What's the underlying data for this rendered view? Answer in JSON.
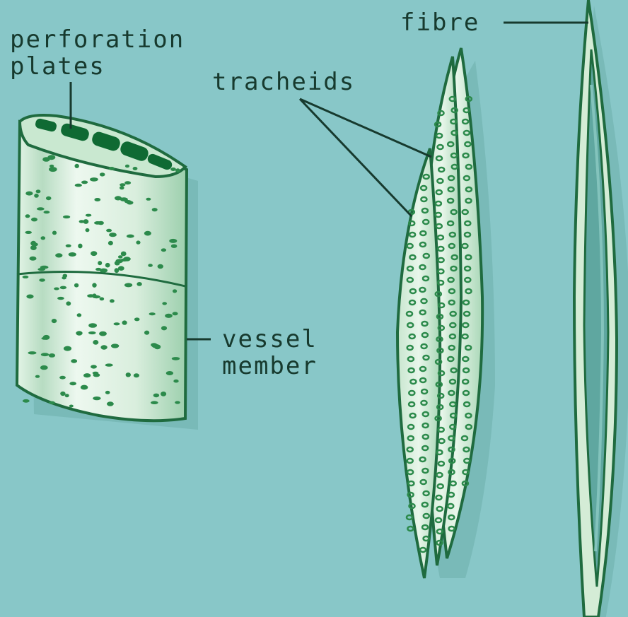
{
  "diagram": {
    "labels": {
      "perforation_line1": "perforation",
      "perforation_line2": "plates",
      "tracheids": "tracheids",
      "fibre": "fibre",
      "vessel_line1": "vessel",
      "vessel_line2": "member"
    },
    "colors": {
      "background": "#88c7c8",
      "cell_fill": "#d9eedd",
      "cell_shade": "#a9d7b7",
      "outline": "#1f6b3f",
      "pit": "#2c8a4b",
      "plate": "#0f6a33",
      "lumen": "#5fa7a0",
      "line": "#173a2e"
    }
  }
}
